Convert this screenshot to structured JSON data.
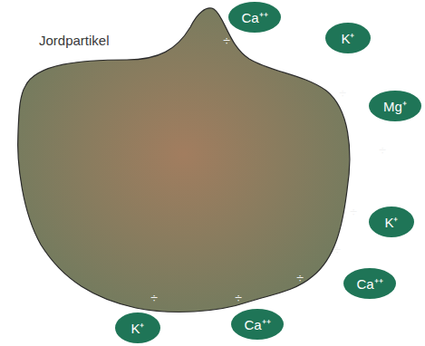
{
  "diagram": {
    "nodes": [
      {
        "text": [
          "Ca⁺⁺"
        ]
      },
      {
        "text": [
          "K⁺"
        ]
      },
      {
        "text": [
          "Mg⁺"
        ]
      },
      {
        "text": [
          "K⁺"
        ]
      },
      {
        "text": [
          "Ca⁺⁺"
        ]
      },
      {
        "text": [
          "Ca⁺⁺"
        ]
      },
      {
        "text": [
          "K⁺"
        ]
      }
    ],
    "labels": [
      "Jordpartikel",
      "÷",
      "÷",
      "÷",
      "÷",
      "÷",
      "÷",
      "÷",
      "÷"
    ]
  }
}
